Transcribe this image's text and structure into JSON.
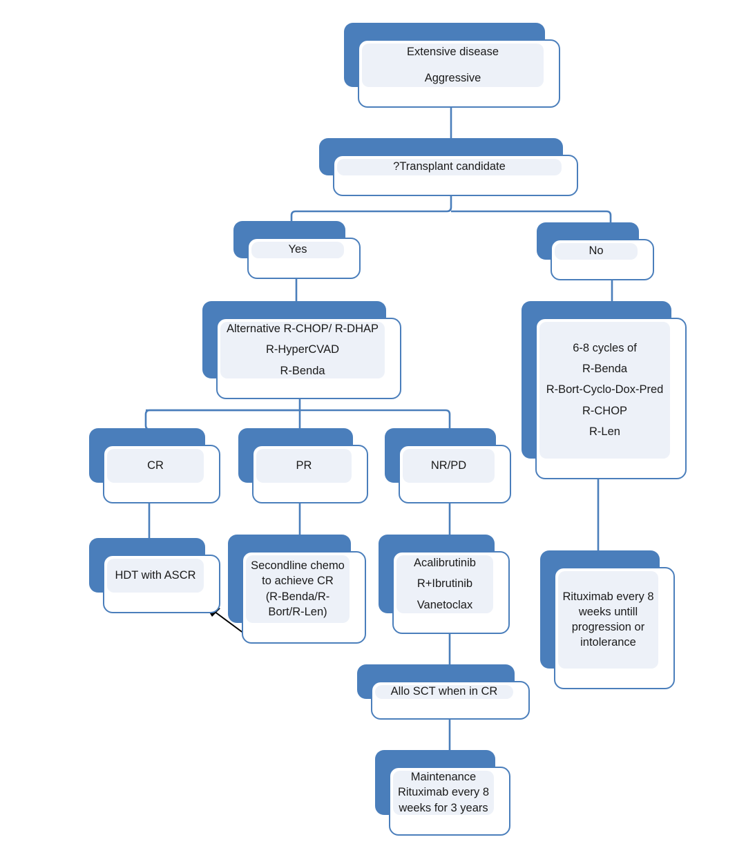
{
  "diagram": {
    "title": "Extensive disease aggressive lymphoma treatment algorithm",
    "colors": {
      "node_shadow": "#4a7ebb",
      "node_border": "#4a7ebb",
      "node_fill": "#edf1f8",
      "node_frame": "#ffffff",
      "connector": "#4a7ebb",
      "arrow": "#000000",
      "text": "#1a1a1a",
      "background": "#ffffff"
    },
    "nodes": {
      "root": {
        "lines": [
          "Extensive disease",
          "Aggressive"
        ]
      },
      "transplant_question": {
        "lines": [
          "?Transplant candidate"
        ]
      },
      "yes": {
        "lines": [
          "Yes"
        ]
      },
      "no": {
        "lines": [
          "No"
        ]
      },
      "transplant_regimens": {
        "lines": [
          "Alternative R-CHOP/ R-DHAP",
          "R-HyperCVAD",
          "R-Benda"
        ]
      },
      "non_transplant_regimens": {
        "lines": [
          "6-8 cycles of",
          "R-Benda",
          "R-Bort-Cyclo-Dox-Pred",
          "R-CHOP",
          "R-Len"
        ]
      },
      "cr": {
        "lines": [
          "CR"
        ]
      },
      "pr": {
        "lines": [
          "PR"
        ]
      },
      "nr_pd": {
        "lines": [
          "NR/PD"
        ]
      },
      "hdt_ascr": {
        "lines": [
          "HDT with ASCR"
        ]
      },
      "secondline": {
        "lines": [
          "Secondline chemo",
          "to achieve CR",
          "(R-Benda/R-",
          "Bort/R-Len)"
        ]
      },
      "targeted": {
        "lines": [
          "Acalibrutinib",
          "R+Ibrutinib",
          "Vanetoclax"
        ]
      },
      "allo_sct": {
        "lines": [
          "Allo SCT when in CR"
        ]
      },
      "maintenance": {
        "lines": [
          "Maintenance",
          "Rituximab every 8",
          "weeks for 3 years"
        ]
      },
      "rituximab_maintenance": {
        "lines": [
          "Rituximab every 8",
          "weeks untill",
          "progression or",
          "intolerance"
        ]
      }
    }
  }
}
